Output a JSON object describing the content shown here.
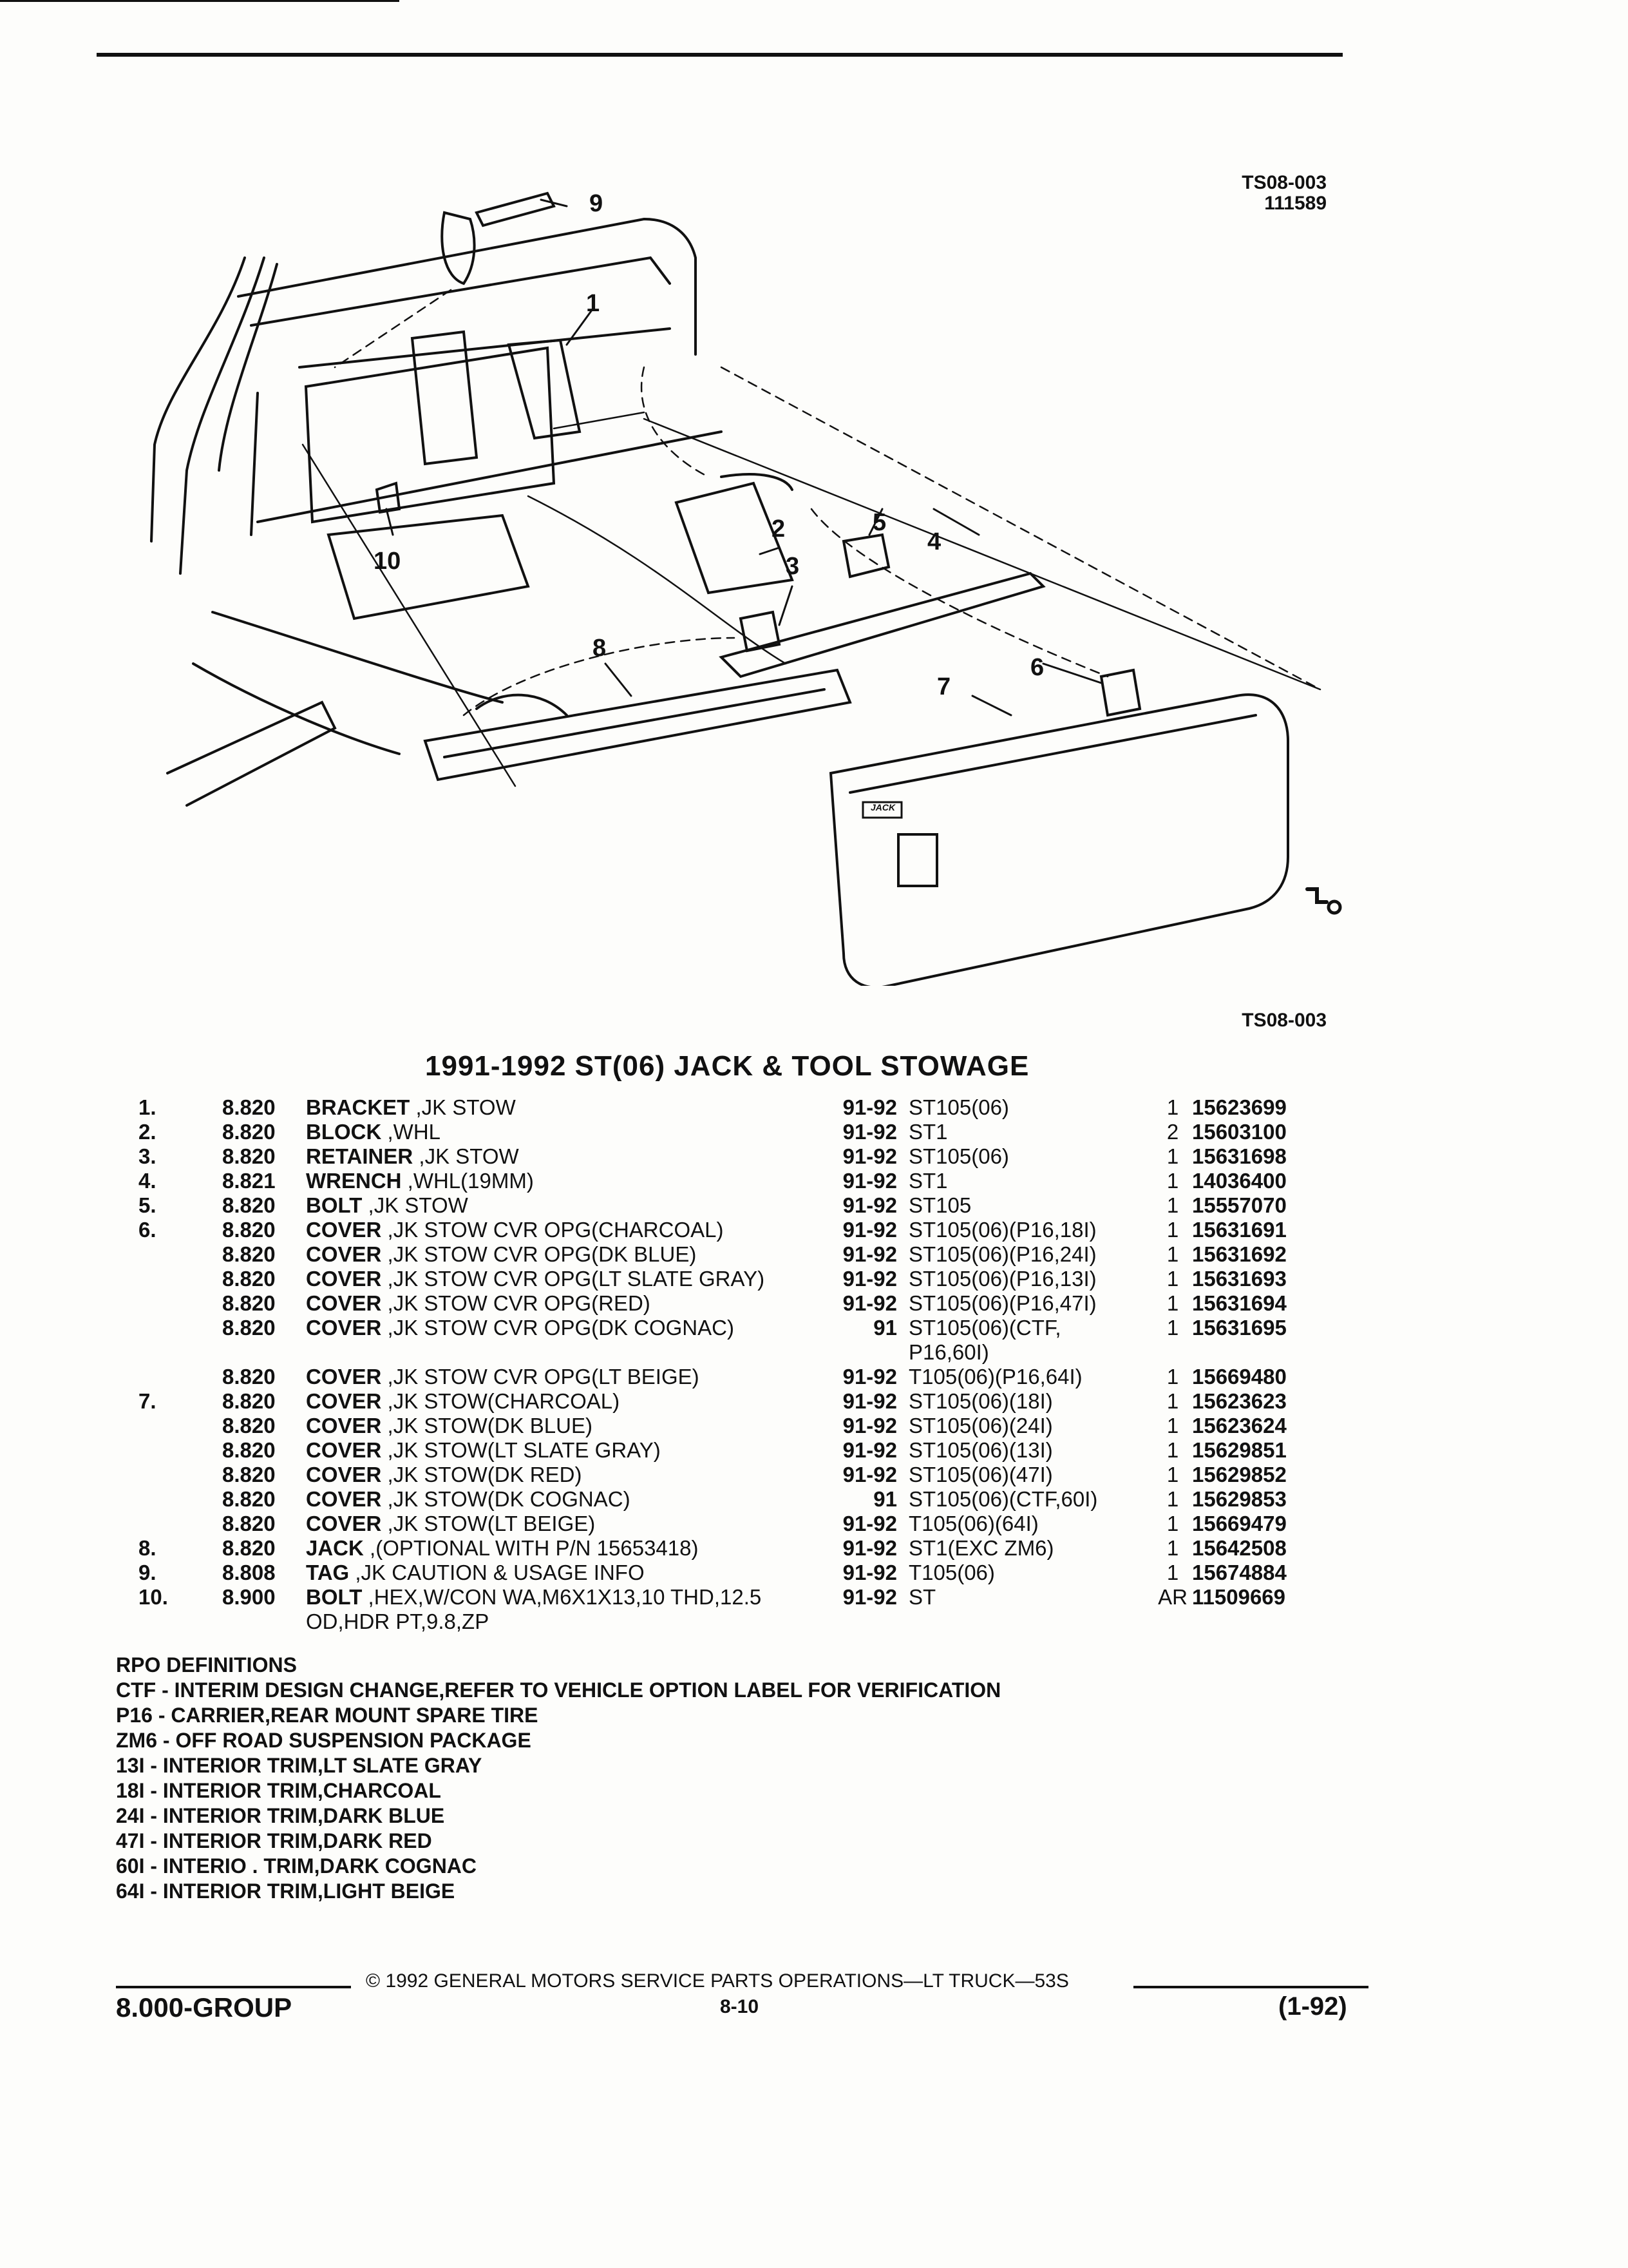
{
  "header": {
    "diagram_code": "TS08-003",
    "diagram_date": "111589",
    "diagram_code_bottom": "TS08-003"
  },
  "diagram": {
    "callouts": [
      "1",
      "2",
      "3",
      "4",
      "5",
      "6",
      "7",
      "8",
      "9",
      "10"
    ],
    "panel_label": "JACK"
  },
  "title": "1991-1992 ST(06) JACK & TOOL STOWAGE",
  "parts": [
    {
      "num": "1.",
      "group": "8.820",
      "name": "BRACKET",
      "desc": ",JK STOW",
      "years": "91-92",
      "usage": "ST105(06)",
      "qty": "1",
      "pn": "15623699"
    },
    {
      "num": "2.",
      "group": "8.820",
      "name": "BLOCK",
      "desc": ",WHL",
      "years": "91-92",
      "usage": "ST1",
      "qty": "2",
      "pn": "15603100"
    },
    {
      "num": "3.",
      "group": "8.820",
      "name": "RETAINER",
      "desc": ",JK STOW",
      "years": "91-92",
      "usage": "ST105(06)",
      "qty": "1",
      "pn": "15631698"
    },
    {
      "num": "4.",
      "group": "8.821",
      "name": "WRENCH",
      "desc": ",WHL(19MM)",
      "years": "91-92",
      "usage": "ST1",
      "qty": "1",
      "pn": "14036400"
    },
    {
      "num": "5.",
      "group": "8.820",
      "name": "BOLT",
      "desc": ",JK STOW",
      "years": "91-92",
      "usage": "ST105",
      "qty": "1",
      "pn": "15557070"
    },
    {
      "num": "6.",
      "group": "8.820",
      "name": "COVER",
      "desc": ",JK STOW CVR OPG(CHARCOAL)",
      "years": "91-92",
      "usage": "ST105(06)(P16,18I)",
      "qty": "1",
      "pn": "15631691"
    },
    {
      "num": "",
      "group": "8.820",
      "name": "COVER",
      "desc": ",JK STOW CVR OPG(DK BLUE)",
      "years": "91-92",
      "usage": "ST105(06)(P16,24I)",
      "qty": "1",
      "pn": "15631692"
    },
    {
      "num": "",
      "group": "8.820",
      "name": "COVER",
      "desc": ",JK STOW CVR OPG(LT SLATE GRAY)",
      "years": "91-92",
      "usage": "ST105(06)(P16,13I)",
      "qty": "1",
      "pn": "15631693"
    },
    {
      "num": "",
      "group": "8.820",
      "name": "COVER",
      "desc": ",JK STOW CVR OPG(RED)",
      "years": "91-92",
      "usage": "ST105(06)(P16,47I)",
      "qty": "1",
      "pn": "15631694"
    },
    {
      "num": "",
      "group": "8.820",
      "name": "COVER",
      "desc": ",JK STOW CVR OPG(DK COGNAC)",
      "years": "91",
      "usage": "ST105(06)(CTF,",
      "usage_cont": "P16,60I)",
      "qty": "1",
      "pn": "15631695"
    },
    {
      "num": "",
      "group": "8.820",
      "name": "COVER",
      "desc": ",JK STOW CVR OPG(LT BEIGE)",
      "years": "91-92",
      "usage": "T105(06)(P16,64I)",
      "qty": "1",
      "pn": "15669480"
    },
    {
      "num": "7.",
      "group": "8.820",
      "name": "COVER",
      "desc": ",JK STOW(CHARCOAL)",
      "years": "91-92",
      "usage": "ST105(06)(18I)",
      "qty": "1",
      "pn": "15623623"
    },
    {
      "num": "",
      "group": "8.820",
      "name": "COVER",
      "desc": ",JK STOW(DK BLUE)",
      "years": "91-92",
      "usage": "ST105(06)(24I)",
      "qty": "1",
      "pn": "15623624"
    },
    {
      "num": "",
      "group": "8.820",
      "name": "COVER",
      "desc": ",JK STOW(LT SLATE GRAY)",
      "years": "91-92",
      "usage": "ST105(06)(13I)",
      "qty": "1",
      "pn": "15629851"
    },
    {
      "num": "",
      "group": "8.820",
      "name": "COVER",
      "desc": ",JK STOW(DK RED)",
      "years": "91-92",
      "usage": "ST105(06)(47I)",
      "qty": "1",
      "pn": "15629852"
    },
    {
      "num": "",
      "group": "8.820",
      "name": "COVER",
      "desc": ",JK STOW(DK COGNAC)",
      "years": "91",
      "usage": "ST105(06)(CTF,60I)",
      "qty": "1",
      "pn": "15629853"
    },
    {
      "num": "",
      "group": "8.820",
      "name": "COVER",
      "desc": ",JK STOW(LT BEIGE)",
      "years": "91-92",
      "usage": "T105(06)(64I)",
      "qty": "1",
      "pn": "15669479"
    },
    {
      "num": "8.",
      "group": "8.820",
      "name": "JACK",
      "desc": ",(OPTIONAL WITH P/N 15653418)",
      "years": "91-92",
      "usage": "ST1(EXC ZM6)",
      "qty": "1",
      "pn": "15642508"
    },
    {
      "num": "9.",
      "group": "8.808",
      "name": "TAG",
      "desc": ",JK CAUTION & USAGE INFO",
      "years": "91-92",
      "usage": "T105(06)",
      "qty": "1",
      "pn": "15674884"
    },
    {
      "num": "10.",
      "group": "8.900",
      "name": "BOLT",
      "desc": ",HEX,W/CON WA,M6X1X13,10 THD,12.5",
      "desc_cont": "OD,HDR PT,9.8,ZP",
      "years": "91-92",
      "usage": "ST",
      "qty": "AR",
      "pn": "11509669"
    }
  ],
  "rpo": {
    "heading": "RPO DEFINITIONS",
    "items": [
      "CTF - INTERIM DESIGN CHANGE,REFER TO VEHICLE OPTION LABEL FOR VERIFICATION",
      "P16 - CARRIER,REAR MOUNT SPARE TIRE",
      "ZM6 - OFF ROAD SUSPENSION PACKAGE",
      "13I - INTERIOR TRIM,LT SLATE GRAY",
      "18I - INTERIOR TRIM,CHARCOAL",
      "24I - INTERIOR TRIM,DARK BLUE",
      "47I - INTERIOR TRIM,DARK RED",
      "60I - INTERIO . TRIM,DARK COGNAC",
      "64I - INTERIOR TRIM,LIGHT BEIGE"
    ]
  },
  "footer": {
    "copyright": "© 1992 GENERAL MOTORS SERVICE PARTS OPERATIONS—LT TRUCK—53S",
    "group": "8.000-GROUP",
    "page": "8-10",
    "date": "(1-92)"
  }
}
